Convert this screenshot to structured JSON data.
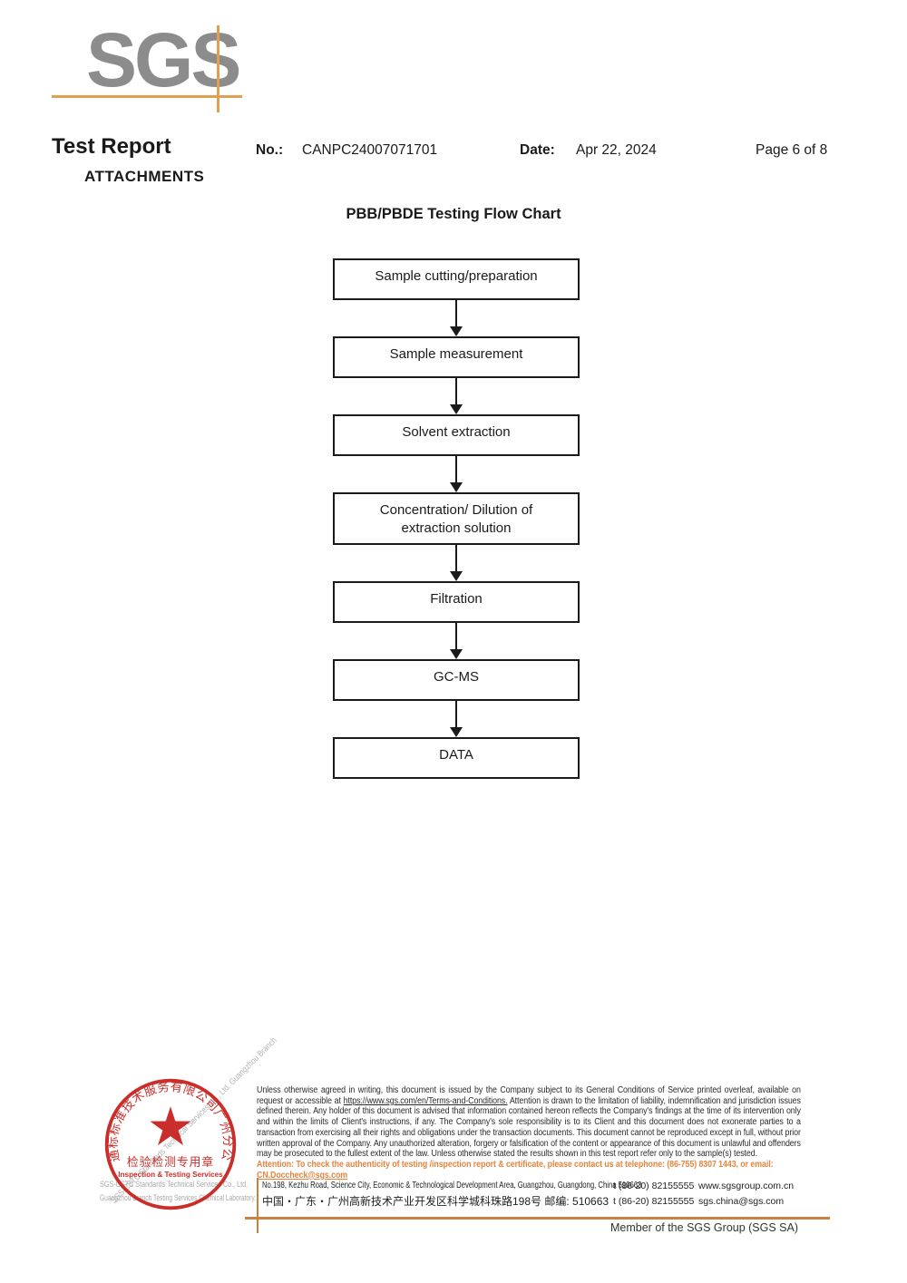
{
  "header": {
    "logo_text": "SGS",
    "title": "Test Report",
    "subtitle": "ATTACHMENTS",
    "no_label": "No.:",
    "no_value": "CANPC24007071701",
    "date_label": "Date:",
    "date_value": "Apr 22, 2024",
    "page_label": "Page 6 of 8"
  },
  "flowchart": {
    "title": "PBB/PBDE Testing Flow Chart",
    "steps": [
      "Sample cutting/preparation",
      "Sample measurement",
      "Solvent extraction",
      "Concentration/ Dilution of\nextraction solution",
      "Filtration",
      "GC-MS",
      "DATA"
    ]
  },
  "footer": {
    "stamp": {
      "ring_text": "通标标准技术服务有限公司广州分公司",
      "seal_line_cn": "检验检测专用章",
      "seal_line_en": "Inspection & Testing Services"
    },
    "company_en_1": "SGS-CSTC Standards Technical Services Co., Ltd.",
    "company_en_2": "Guangzhou Branch Testing Services Chemical Laboratory.",
    "company_rotated": "SGS-CSTC Standards Technical Services Co., Ltd. Guangzhou Branch",
    "legal": {
      "pre": "Unless otherwise agreed in writing, this document is issued by the Company subject to its General Conditions of Service printed overleaf, available on request or accessible at ",
      "link": "https://www.sgs.com/en/Terms-and-Conditions.",
      "post": " Attention is drawn to the limitation of liability, indemnification and jurisdiction issues defined therein. Any holder of this document is advised that information contained hereon reflects the Company's findings at the time of its intervention only and within the limits of Client's instructions, if any. The Company's sole responsibility is to its Client and this document does not exonerate parties to a transaction from exercising all their rights and obligations under the transaction documents. This document cannot be reproduced except in full, without prior written approval of the Company. Any unauthorized alteration, forgery or falsification of the content or appearance of this document is unlawful and offenders may be prosecuted to the fullest extent of the law. Unless otherwise stated the results shown in this test report refer only to the sample(s) tested."
    },
    "attention": {
      "text": "Attention: To check the authenticity of testing /inspection report & certificate, please contact us at telephone: (86-755) 8307 1443, or email: ",
      "email": "CN.Doccheck@sgs.com"
    },
    "address_en": "No.198, Kezhu Road, Science City, Economic & Technological Development Area, Guangzhou, Guangdong, China 510663",
    "address_cn": "中国・广东・广州高新技术产业开发区科学城科珠路198号   邮编: 510663",
    "tel_1": "t (86-20) 82155555",
    "tel_2": "t (86-20) 82155555",
    "website": "www.sgsgroup.com.cn",
    "email": "sgs.china@sgs.com",
    "member_text": "Member of the SGS Group (SGS SA)"
  },
  "colors": {
    "logo_gray": "#8c8c8c",
    "accent_orange": "#e0a04f",
    "rule_brown": "#c9813f",
    "stamp_red": "#c8231f",
    "attention_orange": "#e6853e"
  }
}
